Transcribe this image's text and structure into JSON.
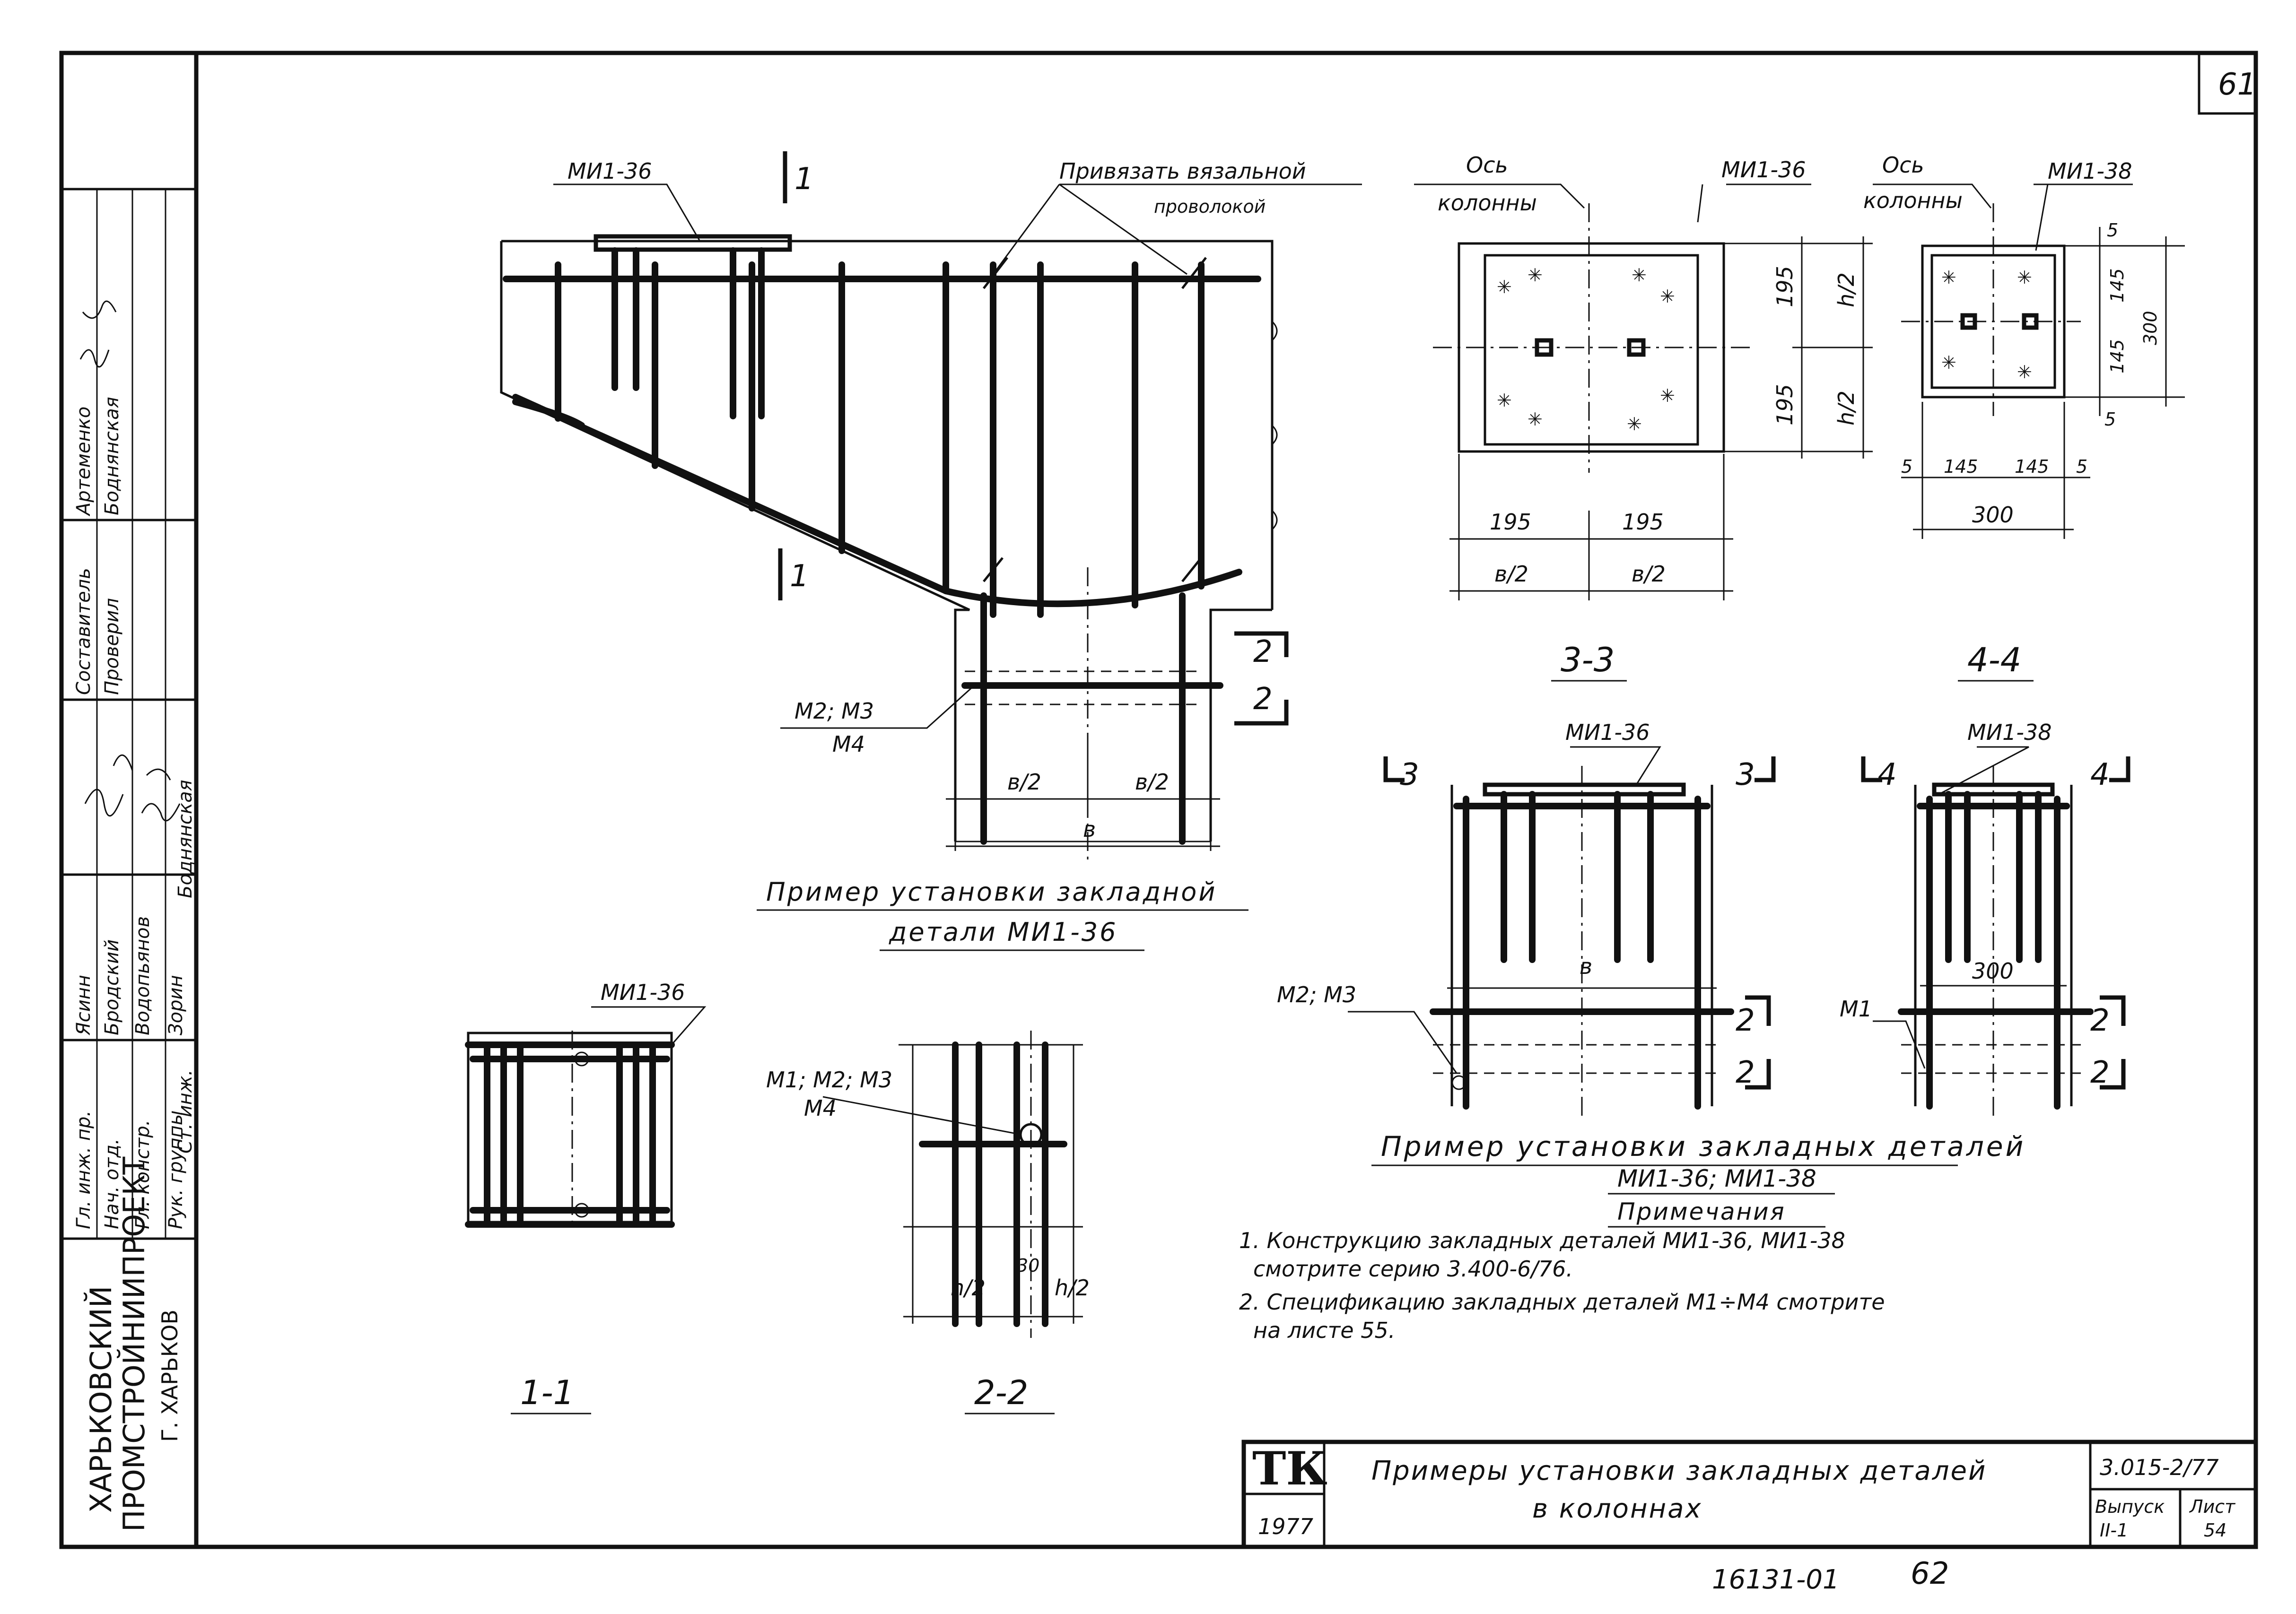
{
  "sheet": {
    "page_number": "61",
    "footer_code": "16131-01",
    "footer_page": "62"
  },
  "left_stamp": {
    "org_line1": "ХАРЬКОВСКИЙ",
    "org_line2": "ПРОМСТРОЙНИИПРОЕКТ",
    "org_line3": "Г. ХАРЬКОВ",
    "roles": [
      "Гл. инж. пр.",
      "Нач. отд.",
      "Гл. констр.",
      "Рук. группы",
      "Ст. инж."
    ],
    "names": [
      "Ясинн",
      "Бродский",
      "Водопьянов",
      "Зорин",
      "Боднянская"
    ],
    "role2": [
      "Составитель",
      "Проверил"
    ],
    "names2": [
      "Артеменко",
      "Боднянская"
    ]
  },
  "view_main": {
    "section_label_top": "1",
    "section_label_bottom": "1",
    "part_label": "МИ1-36",
    "note_line1": "Привязать вязальной",
    "note_line2": "проволокой",
    "part_m": "М2; М3",
    "part_m2": "М4",
    "dim_half": "в/2",
    "dim_full": "в",
    "cut2": "2",
    "caption_line1": "Пример установки закладной",
    "caption_line2": "детали  МИ1-36"
  },
  "view_11": {
    "part_label": "МИ1-36",
    "title": "1-1"
  },
  "view_22": {
    "part_label1": "М1; М2; М3",
    "part_label2": "М4",
    "dim_gap": "30",
    "dim_left": "h/2",
    "dim_right": "h/2",
    "title": "2-2"
  },
  "view_33": {
    "axis_line1": "Ось",
    "axis_line2": "колонны",
    "part_label": "МИ1-36",
    "dim_v1": "195",
    "dim_v2": "195",
    "dim_vh1": "h/2",
    "dim_vh2": "h/2",
    "dim_h1": "195",
    "dim_h2": "195",
    "dim_hb1": "в/2",
    "dim_hb2": "в/2",
    "title": "3-3"
  },
  "view_44": {
    "axis_line1": "Ось",
    "axis_line2": "колонны",
    "part_label": "МИ1-38",
    "dim_5": "5",
    "dim_145": "145",
    "dim_300": "300",
    "title": "4-4"
  },
  "view_col36": {
    "part_label": "МИ1-36",
    "cut": "3",
    "part_m": "М2; М3",
    "dim_b": "в",
    "cut2": "2"
  },
  "view_col38": {
    "part_label": "МИ1-38",
    "cut": "4",
    "part_m": "М1",
    "dim_300": "300",
    "cut2": "2"
  },
  "caption_right": {
    "line1": "Пример установки   закладных деталей",
    "line2": "МИ1-36; МИ1-38"
  },
  "notes": {
    "heading": "Примечания",
    "n1a": "1. Конструкцию закладных деталей   МИ1-36, МИ1-38",
    "n1b": "смотрите  серию  3.400-6/76.",
    "n2a": "2. Спецификацию закладных деталей  М1÷М4  смотрите",
    "n2b": "на листе 55."
  },
  "title_block": {
    "logo": "ТК",
    "year": "1977",
    "title_line1": "Примеры   установки  закладных  деталей",
    "title_line2": "в колоннах",
    "series": "3.015-2/77",
    "issue_label": "Выпуск",
    "issue_value": "II-1",
    "sheet_label": "Лист",
    "sheet_value": "54"
  }
}
